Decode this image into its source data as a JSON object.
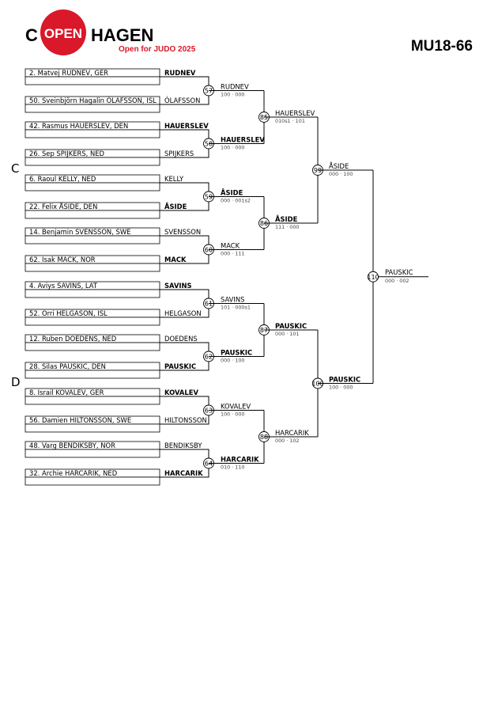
{
  "header": {
    "logo_c": "C",
    "logo_open": "OPEN",
    "logo_hagen": "HAGEN",
    "logo_tagline": "Open for JUDO 2025",
    "category": "MU18-66",
    "brand_red": "#d9182a"
  },
  "pools": [
    "C",
    "D"
  ],
  "athletes": [
    "2. Matvej RUDNEV, GER",
    "50. Sveinbjörn Hagalin ÓLAFSSON, ISL",
    "42. Rasmus HAUERSLEV, DEN",
    "26. Sep SPIJKERS, NED",
    "6. Raoul KELLY, NED",
    "22. Felix ÅSIDE, DEN",
    "14. Benjamin SVENSSON, SWE",
    "62. Isak MACK, NOR",
    "4. Aviys SAVINS, LAT",
    "52. Orri HELGASON, ISL",
    "12. Ruben DOEDENS, NED",
    "28. Silas PAUSKIC, DEN",
    "8. Israil KOVALEV, GER",
    "56. Damien HILTONSSON, SWE",
    "48. Varg BENDIKSBY, NOR",
    "32. Archie HARCARIK, NED"
  ],
  "round1": [
    {
      "top": "RUDNEV",
      "bottom": "ÓLAFSSON",
      "winner": "top",
      "num": "57",
      "result": "RUDNEV",
      "score": "100 · 000"
    },
    {
      "top": "HAUERSLEV",
      "bottom": "SPIJKERS",
      "winner": "top",
      "num": "58",
      "result": "HAUERSLEV",
      "score": "100 · 000"
    },
    {
      "top": "KELLY",
      "bottom": "ÅSIDE",
      "winner": "bottom",
      "num": "59",
      "result": "ÅSIDE",
      "score": "000 · 001s2"
    },
    {
      "top": "SVENSSON",
      "bottom": "MACK",
      "winner": "bottom",
      "num": "60",
      "result": "MACK",
      "score": "000 · 111"
    },
    {
      "top": "SAVINS",
      "bottom": "HELGASON",
      "winner": "top",
      "num": "61",
      "result": "SAVINS",
      "score": "101 · 000s1"
    },
    {
      "top": "DOEDENS",
      "bottom": "PAUSKIC",
      "winner": "bottom",
      "num": "62",
      "result": "PAUSKIC",
      "score": "000 · 100"
    },
    {
      "top": "KOVALEV",
      "bottom": "HILTONSSON",
      "winner": "top",
      "num": "63",
      "result": "KOVALEV",
      "score": "100 · 000"
    },
    {
      "top": "BENDIKSBY",
      "bottom": "HARCARIK",
      "winner": "bottom",
      "num": "64",
      "result": "HARCARIK",
      "score": "010 · 110"
    }
  ],
  "round2": [
    {
      "num": "85",
      "result": "HAUERSLEV",
      "score": "010s1 · 101",
      "winner": "bottom"
    },
    {
      "num": "86",
      "result": "ÅSIDE",
      "score": "111 · 000",
      "winner": "top"
    },
    {
      "num": "87",
      "result": "PAUSKIC",
      "score": "000 · 101",
      "winner": "bottom"
    },
    {
      "num": "88",
      "result": "HARCARIK",
      "score": "000 · 102",
      "winner": "bottom"
    }
  ],
  "round3": [
    {
      "num": "99",
      "result": "ÅSIDE",
      "score": "000 · 100",
      "winner": "bottom"
    },
    {
      "num": "100",
      "result": "PAUSKIC",
      "score": "100 · 000",
      "winner": "top"
    }
  ],
  "final": {
    "num": "110",
    "result": "PAUSKIC",
    "score": "000 · 002",
    "winner": "bottom"
  }
}
